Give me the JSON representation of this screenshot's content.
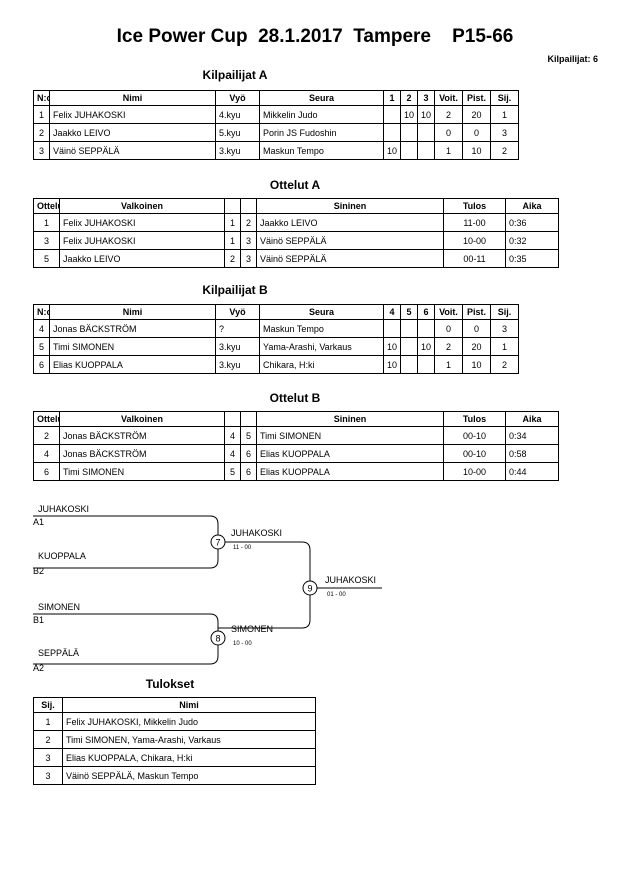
{
  "header": {
    "title": "Ice Power Cup  28.1.2017  Tampere    P15-66",
    "participants": "Kilpailijat: 6"
  },
  "pool_a": {
    "title": "Kilpailijat A",
    "headers": {
      "no": "N:o",
      "name": "Nimi",
      "belt": "Vyö",
      "club": "Seura",
      "m1": "1",
      "m2": "2",
      "m3": "3",
      "wins": "Voit.",
      "points": "Pist.",
      "rank": "Sij."
    },
    "rows": [
      {
        "no": "1",
        "name": "Felix JUHAKOSKI",
        "belt": "4.kyu",
        "club": "Mikkelin Judo",
        "m1": "",
        "m2": "10",
        "m3": "10",
        "wins": "2",
        "points": "20",
        "rank": "1"
      },
      {
        "no": "2",
        "name": "Jaakko LEIVO",
        "belt": "5.kyu",
        "club": "Porin JS Fudoshin",
        "m1": "",
        "m2": "",
        "m3": "",
        "wins": "0",
        "points": "0",
        "rank": "3"
      },
      {
        "no": "3",
        "name": "Väinö SEPPÄLÄ",
        "belt": "3.kyu",
        "club": "Maskun Tempo",
        "m1": "10",
        "m2": "",
        "m3": "",
        "wins": "1",
        "points": "10",
        "rank": "2"
      }
    ]
  },
  "matches_a": {
    "title": "Ottelut A",
    "headers": {
      "match": "Ottelu",
      "white": "Valkoinen",
      "blue": "Sininen",
      "result": "Tulos",
      "time": "Aika"
    },
    "rows": [
      {
        "match": "1",
        "white": "Felix JUHAKOSKI",
        "wn": "1",
        "bn": "2",
        "blue": "Jaakko LEIVO",
        "result": "11-00",
        "time": "0:36"
      },
      {
        "match": "3",
        "white": "Felix JUHAKOSKI",
        "wn": "1",
        "bn": "3",
        "blue": "Väinö SEPPÄLÄ",
        "result": "10-00",
        "time": "0:32"
      },
      {
        "match": "5",
        "white": "Jaakko LEIVO",
        "wn": "2",
        "bn": "3",
        "blue": "Väinö SEPPÄLÄ",
        "result": "00-11",
        "time": "0:35"
      }
    ]
  },
  "pool_b": {
    "title": "Kilpailijat B",
    "headers": {
      "no": "N:o",
      "name": "Nimi",
      "belt": "Vyö",
      "club": "Seura",
      "m1": "4",
      "m2": "5",
      "m3": "6",
      "wins": "Voit.",
      "points": "Pist.",
      "rank": "Sij."
    },
    "rows": [
      {
        "no": "4",
        "name": "Jonas BÄCKSTRÖM",
        "belt": "?",
        "club": "Maskun Tempo",
        "m1": "",
        "m2": "",
        "m3": "",
        "wins": "0",
        "points": "0",
        "rank": "3"
      },
      {
        "no": "5",
        "name": "Timi SIMONEN",
        "belt": "3.kyu",
        "club": "Yama-Arashi, Varkaus",
        "m1": "10",
        "m2": "",
        "m3": "10",
        "wins": "2",
        "points": "20",
        "rank": "1"
      },
      {
        "no": "6",
        "name": "Elias KUOPPALA",
        "belt": "3.kyu",
        "club": "Chikara, H:ki",
        "m1": "10",
        "m2": "",
        "m3": "",
        "wins": "1",
        "points": "10",
        "rank": "2"
      }
    ]
  },
  "matches_b": {
    "title": "Ottelut B",
    "headers": {
      "match": "Ottelu",
      "white": "Valkoinen",
      "blue": "Sininen",
      "result": "Tulos",
      "time": "Aika"
    },
    "rows": [
      {
        "match": "2",
        "white": "Jonas BÄCKSTRÖM",
        "wn": "4",
        "bn": "5",
        "blue": "Timi SIMONEN",
        "result": "00-10",
        "time": "0:34"
      },
      {
        "match": "4",
        "white": "Jonas BÄCKSTRÖM",
        "wn": "4",
        "bn": "6",
        "blue": "Elias KUOPPALA",
        "result": "00-10",
        "time": "0:58"
      },
      {
        "match": "6",
        "white": "Timi SIMONEN",
        "wn": "5",
        "bn": "6",
        "blue": "Elias KUOPPALA",
        "result": "10-00",
        "time": "0:44"
      }
    ]
  },
  "bracket": {
    "semi1": {
      "top_name": "JUHAKOSKI",
      "top_seed": "A1",
      "bottom_name": "KUOPPALA",
      "bottom_seed": "B2",
      "match": "7",
      "winner": "JUHAKOSKI",
      "score": "11 - 00"
    },
    "semi2": {
      "top_name": "SIMONEN",
      "top_seed": "B1",
      "bottom_name": "SEPPÄLÄ",
      "bottom_seed": "A2",
      "match": "8",
      "winner": "SIMONEN",
      "score": "10 - 00"
    },
    "final": {
      "match": "9",
      "winner": "JUHAKOSKI",
      "score": "01 - 00"
    }
  },
  "results": {
    "title": "Tulokset",
    "headers": {
      "rank": "Sij.",
      "name": "Nimi"
    },
    "rows": [
      {
        "rank": "1",
        "name": "Felix JUHAKOSKI, Mikkelin Judo"
      },
      {
        "rank": "2",
        "name": "Timi SIMONEN, Yama-Arashi, Varkaus"
      },
      {
        "rank": "3",
        "name": "Elias KUOPPALA, Chikara, H:ki"
      },
      {
        "rank": "3",
        "name": "Väinö SEPPÄLÄ, Maskun Tempo"
      }
    ]
  }
}
